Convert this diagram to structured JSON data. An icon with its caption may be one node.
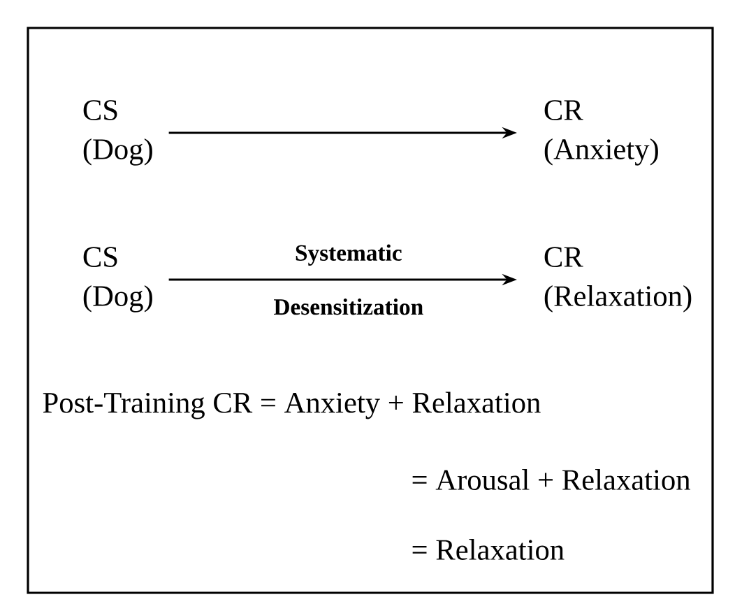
{
  "diagram": {
    "nodes": [
      {
        "text": [
          "CS",
          "(Dog)"
        ]
      },
      {
        "text": [
          "CR",
          "(Anxiety)"
        ]
      },
      {
        "text": [
          "CS",
          "(Dog)"
        ]
      },
      {
        "text": [
          "CR",
          "(Relaxation)"
        ]
      }
    ],
    "edges": [
      {
        "from": 0,
        "to": 1,
        "arrow": "to"
      },
      {
        "from": 2,
        "to": 3,
        "arrow": "to",
        "label": "Systematic Desensitization"
      }
    ],
    "labels": [
      "Post-Training CR = Anxiety + Relaxation",
      "= Arousal + Relaxation",
      "= Relaxation"
    ]
  }
}
